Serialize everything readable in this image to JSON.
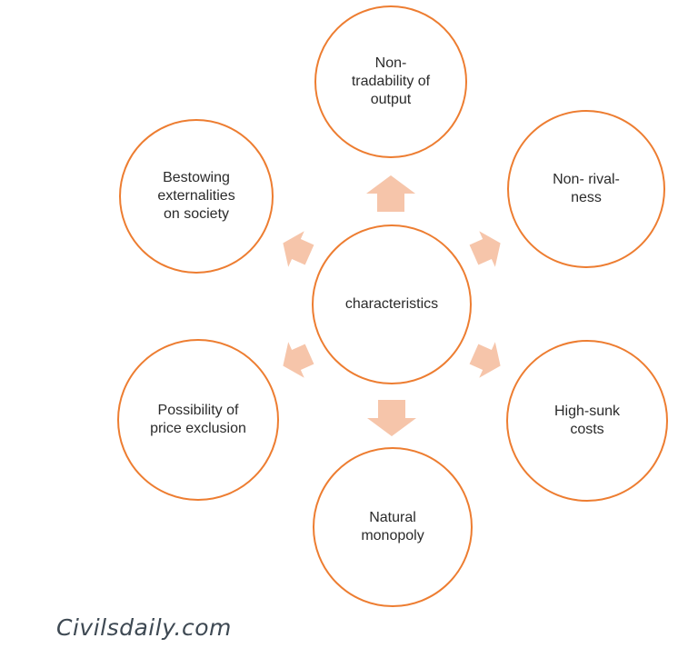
{
  "diagram": {
    "center": {
      "label": "characteristics"
    },
    "nodes": [
      {
        "position": "top",
        "label": "Non-\ntradability of\noutput"
      },
      {
        "position": "top-right",
        "label": "Non- rival-\nness"
      },
      {
        "position": "bottom-right",
        "label": "High-sunk\ncosts"
      },
      {
        "position": "bottom",
        "label": "Natural\nmonopoly"
      },
      {
        "position": "bottom-left",
        "label": "Possibility of\nprice exclusion"
      },
      {
        "position": "top-left",
        "label": "Bestowing\nexternalities\non society"
      }
    ],
    "arrows": [
      "up",
      "upper-right",
      "lower-right",
      "down",
      "lower-left",
      "upper-left"
    ]
  },
  "watermark": {
    "label": "Civilsdaily.com"
  },
  "colors": {
    "background": "#FFFFFF",
    "circle_border": "#ED7D31",
    "arrow_fill": "#F6C5AA",
    "node_text": "#2B2B2B",
    "watermark_text": "#3E4953"
  }
}
